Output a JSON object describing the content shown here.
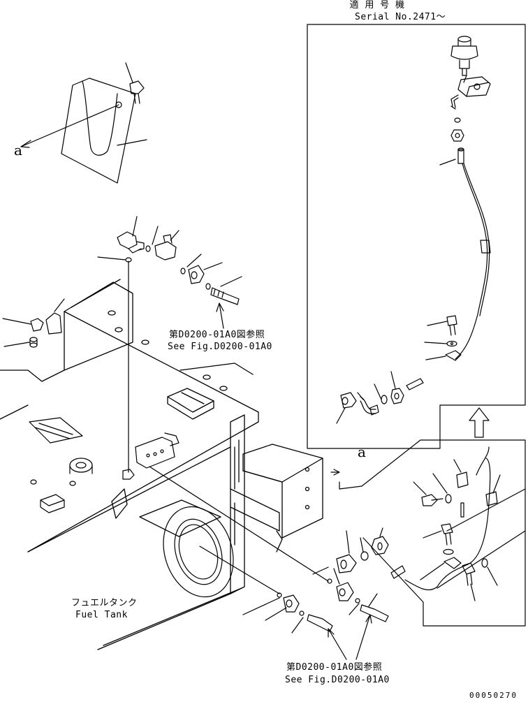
{
  "inset": {
    "applicable_jp": "適 用 号 機",
    "serial": "Serial No.2471～"
  },
  "refs": {
    "ref_a_top": "a",
    "ref_a_mid": "a"
  },
  "notes": {
    "see_fig_jp_1": "第D0200-01A0図参照",
    "see_fig_en_1": "See Fig.D0200-01A0",
    "see_fig_jp_2": "第D0200-01A0図参照",
    "see_fig_en_2": "See Fig.D0200-01A0"
  },
  "fuel_tank": {
    "jp": "フュエルタンク",
    "en": "Fuel Tank"
  },
  "drawing_number": "00050270"
}
